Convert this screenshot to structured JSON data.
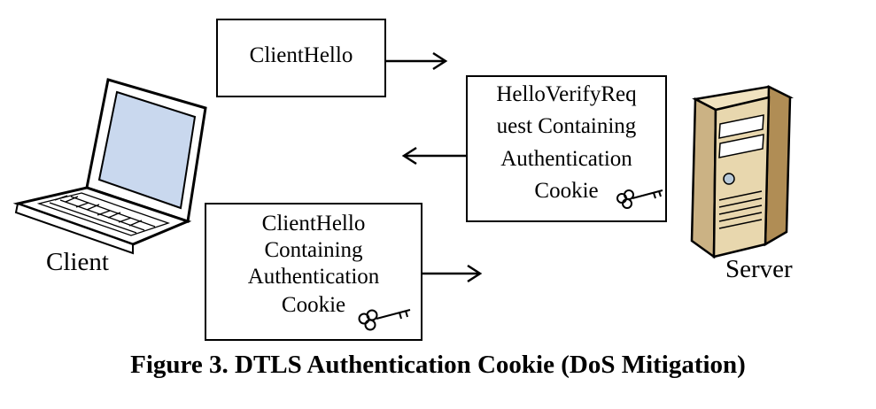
{
  "messages": {
    "client_hello": "ClientHello",
    "hello_verify": [
      "HelloVerifyReq",
      "uest Containing",
      "Authentication",
      "Cookie"
    ],
    "client_hello_cookie": [
      "ClientHello",
      "Containing",
      "Authentication",
      "Cookie"
    ]
  },
  "labels": {
    "client": "Client",
    "server": "Server"
  },
  "caption": "Figure 3. DTLS Authentication Cookie (DoS Mitigation)",
  "icons": {
    "client": "laptop-icon",
    "server": "server-tower-icon",
    "cookie": "key-icon"
  }
}
